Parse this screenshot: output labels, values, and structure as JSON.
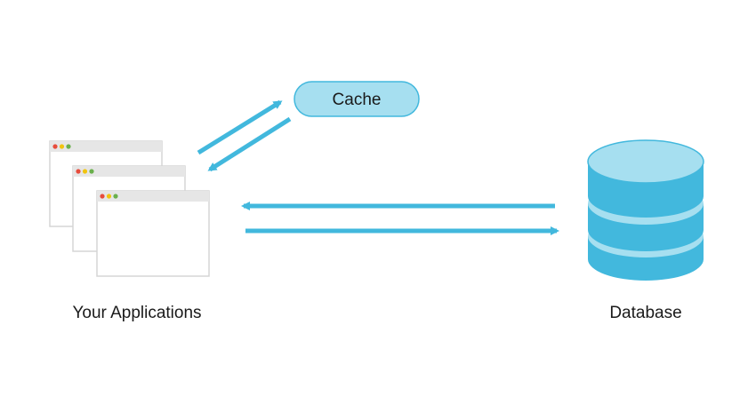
{
  "nodes": {
    "cache": {
      "label": "Cache"
    },
    "applications": {
      "label": "Your Applications"
    },
    "database": {
      "label": "Database"
    }
  },
  "edges": [
    {
      "from": "applications",
      "to": "cache"
    },
    {
      "from": "cache",
      "to": "applications"
    },
    {
      "from": "database",
      "to": "applications"
    },
    {
      "from": "applications",
      "to": "database"
    }
  ],
  "colors": {
    "accent": "#42b8dd",
    "fill_light": "#a6dff0",
    "window_border": "#d6d6d6",
    "window_titlebar": "#e6e6e6",
    "dot_red": "#e74c3c",
    "dot_yellow": "#f1c40f",
    "dot_green": "#6ab04c",
    "text": "#1a1a1a"
  }
}
